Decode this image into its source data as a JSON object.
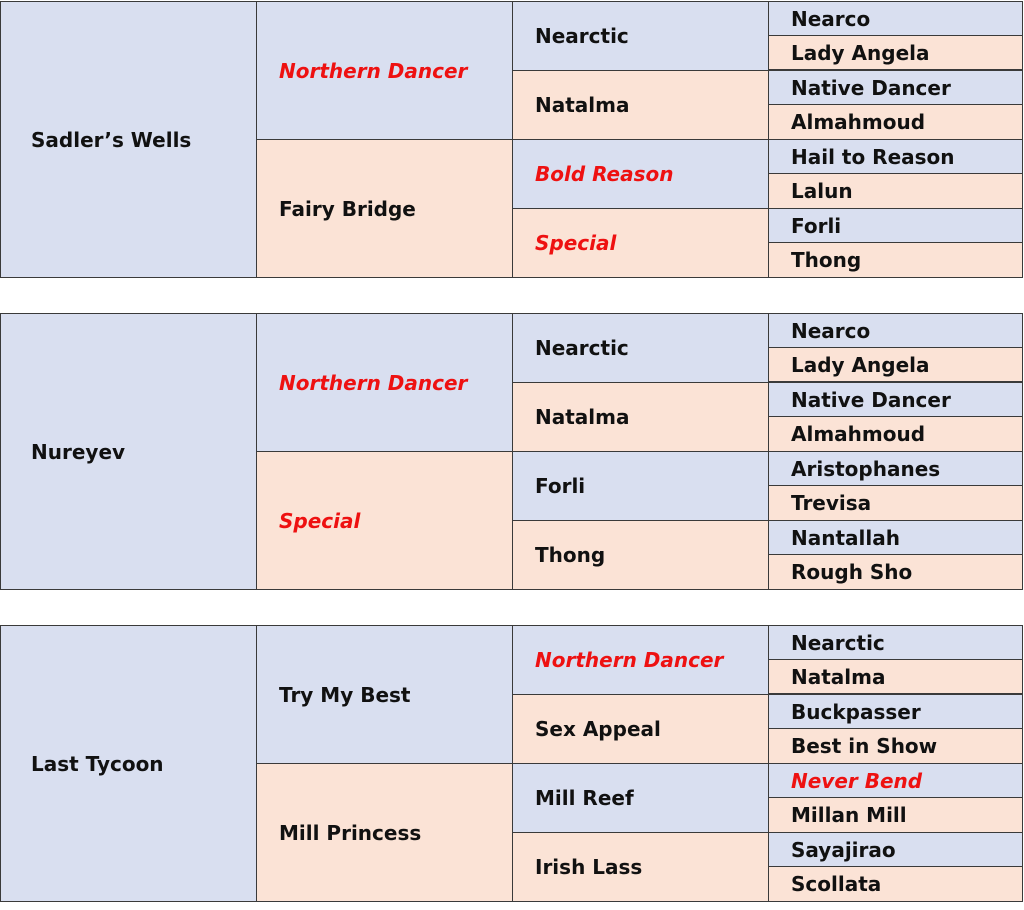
{
  "pedigrees": [
    {
      "horse": "Sadler’s Wells",
      "sire": "Northern Dancer",
      "dam": "Fairy Bridge",
      "gen3": [
        "Nearctic",
        "Natalma",
        "Bold Reason",
        "Special"
      ],
      "gen4": [
        "Nearco",
        "Lady Angela",
        "Native Dancer",
        "Almahmoud",
        "Hail to Reason",
        "Lalun",
        "Forli",
        "Thong"
      ]
    },
    {
      "horse": "Nureyev",
      "sire": "Northern Dancer",
      "dam": "Special",
      "gen3": [
        "Nearctic",
        "Natalma",
        "Forli",
        "Thong"
      ],
      "gen4": [
        "Nearco",
        "Lady Angela",
        "Native Dancer",
        "Almahmoud",
        "Aristophanes",
        "Trevisa",
        "Nantallah",
        "Rough Sho"
      ]
    },
    {
      "horse": "Last Tycoon",
      "sire": "Try My Best",
      "dam": "Mill Princess",
      "gen3": [
        "Northern Dancer",
        "Sex Appeal",
        "Mill Reef",
        "Irish Lass"
      ],
      "gen4": [
        "Nearctic",
        "Natalma",
        "Buckpasser",
        "Best in Show",
        "Never Bend",
        "Millan Mill",
        "Sayajirao",
        "Scollata"
      ]
    }
  ],
  "colors": {
    "male": "#d9dff0",
    "female": "#fbe3d6",
    "highlight_text": "#ee1111",
    "border": "#3a3a3a"
  }
}
